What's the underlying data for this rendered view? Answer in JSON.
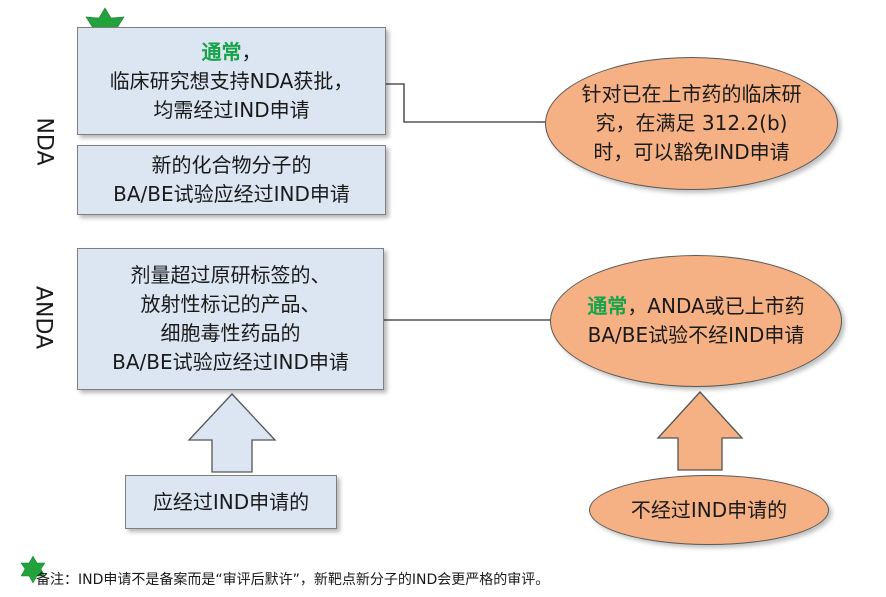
{
  "labels": {
    "nda": "NDA",
    "anda": "ANDA"
  },
  "boxes": {
    "nda_top": {
      "highlight": "通常",
      "highlight_suffix": "，",
      "line2": "临床研究想支持NDA获批，",
      "line3": "均需经过IND申请"
    },
    "nda_bottom": {
      "line1": "新的化合物分子的",
      "line2": "BA/BE试验应经过IND申请"
    },
    "anda": {
      "line1": "剂量超过原研标签的、",
      "line2": "放射性标记的产品、",
      "line3": "细胞毒性药品的",
      "line4": "BA/BE试验应经过IND申请"
    },
    "ind_required": {
      "text": "应经过IND申请的"
    }
  },
  "ellipses": {
    "nda_exempt": {
      "line1": "针对已在上市药的临床研",
      "line2": "究，在满足 312.2(b)",
      "line3": "时，可以豁免IND申请"
    },
    "anda_exempt": {
      "highlight": "通常",
      "line1_rest": "，ANDA或已上市药",
      "line2": "BA/BE试验不经IND申请"
    },
    "ind_not_required": {
      "text": "不经过IND申请的"
    }
  },
  "note": {
    "text": "备注：IND申请不是备案而是“审评后默许”，新靶点新分子的IND会更严格的审评。"
  },
  "colors": {
    "box_fill": "#dce6f2",
    "ellipse_fill": "#f5b183",
    "highlight": "#16a34a",
    "star": "#22a23a"
  }
}
